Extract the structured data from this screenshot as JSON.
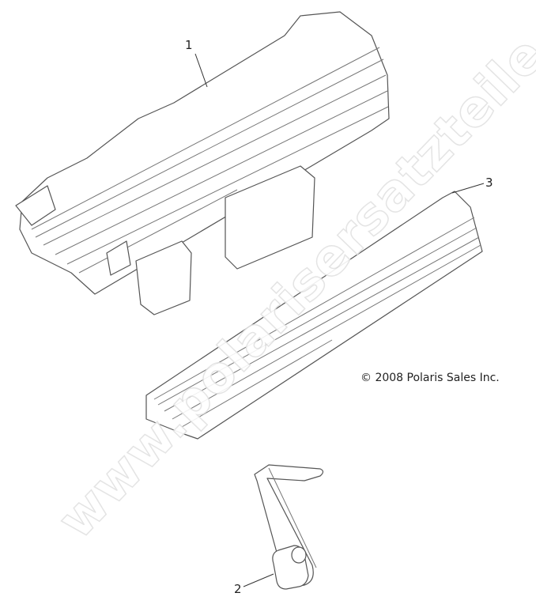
{
  "callouts": {
    "part1": "1",
    "part2": "2",
    "part3": "3"
  },
  "copyright": "© 2008 Polaris Sales Inc.",
  "watermark": "www.polarisersatzteile.de"
}
